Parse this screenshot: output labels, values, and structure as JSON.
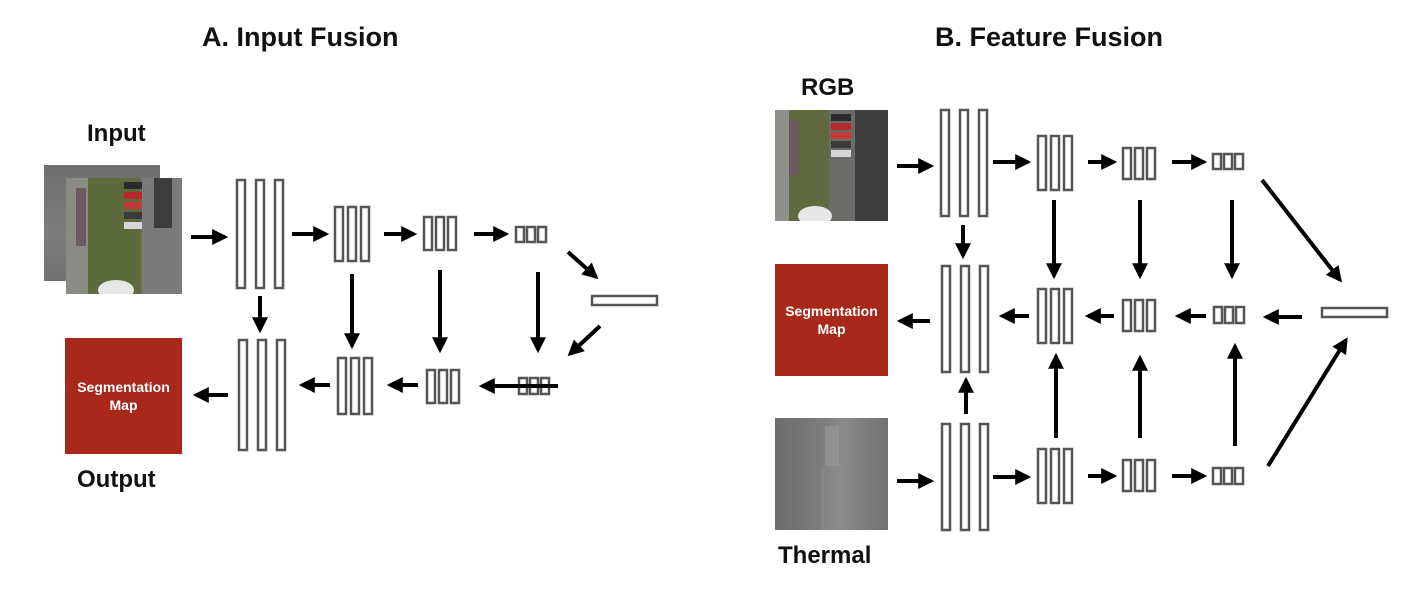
{
  "panel_a": {
    "title": "A. Input Fusion",
    "input_label": "Input",
    "output_label": "Output",
    "seg_map_label": "Segmentation Map"
  },
  "panel_b": {
    "title": "B. Feature Fusion",
    "rgb_label": "RGB",
    "thermal_label": "Thermal",
    "seg_map_label": "Segmentation Map"
  },
  "colors": {
    "segmentation": "#a8291c",
    "block_stroke": "#555555",
    "arrow": "#000000"
  }
}
